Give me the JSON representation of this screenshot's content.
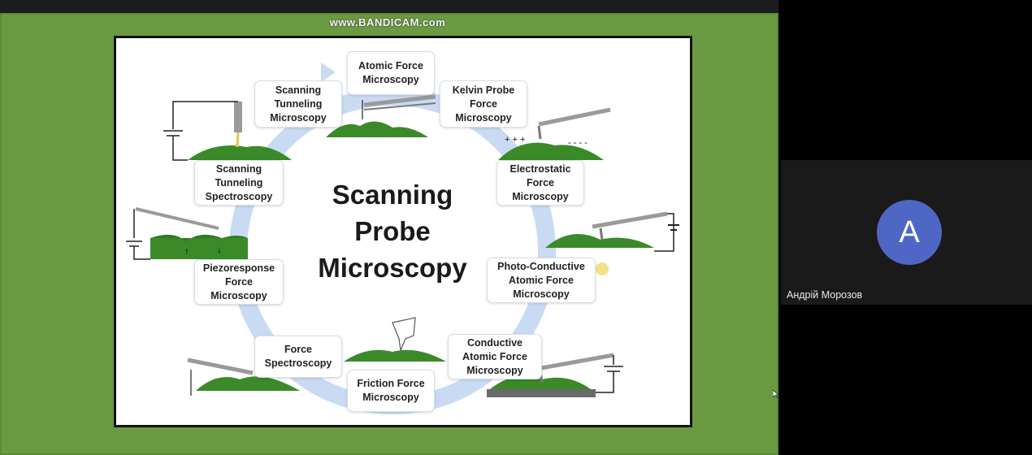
{
  "watermark": "www.BANDICAM.com",
  "slide": {
    "title": "Scanning\nProbe\nMicroscopy",
    "labels": {
      "afm": "Atomic Force\nMicroscopy",
      "kpfm": "Kelvin Probe\nForce\nMicroscopy",
      "efm": "Electrostatic\nForce\nMicroscopy",
      "pcafm": "Photo-Conductive\nAtomic Force\nMicroscopy",
      "cafm": "Conductive\nAtomic Force\nMicroscopy",
      "ffm": "Friction Force\nMicroscopy",
      "fs": "Force\nSpectroscopy",
      "pfm": "Piezoresponse\nForce\nMicroscopy",
      "sts": "Scanning\nTunneling\nSpectroscopy",
      "stm": "Scanning\nTunneling\nMicroscopy"
    }
  },
  "participant": {
    "initial": "A",
    "name": "Андрій Морозов",
    "avatar_color": "#4f67c4"
  },
  "colors": {
    "background_green": "#6b9a42",
    "arrow_blue": "#c9dbf3",
    "terrain_green": "#3a8a2a"
  }
}
